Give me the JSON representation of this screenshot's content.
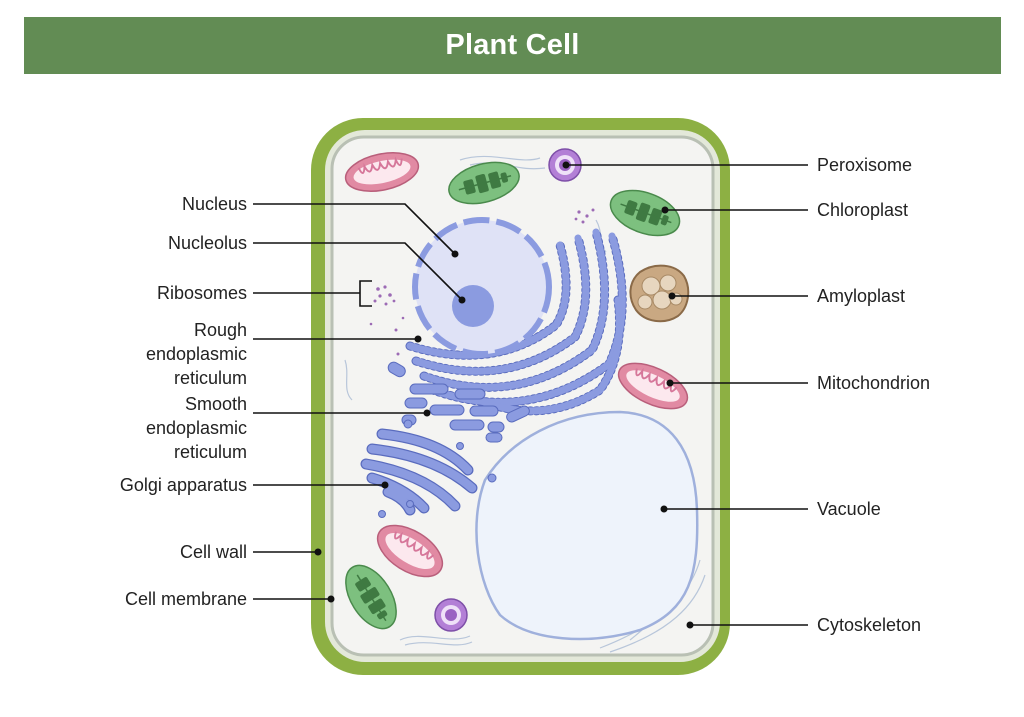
{
  "title": "Plant Cell",
  "colors": {
    "title_bar": "#628c54",
    "cell_wall": "#8db043",
    "cytoplasm": "#f4f4f2",
    "organelle_blue": "#8b9be0",
    "chloroplast": "#7dc07f",
    "mitochondrion": "#e18aa3",
    "amyloplast": "#c9a882",
    "peroxisome": "#b37fd6",
    "vacuole": "#eef3fb"
  },
  "labels_left": {
    "nucleus": "Nucleus",
    "nucleolus": "Nucleolus",
    "ribosomes": "Ribosomes",
    "rough_er": [
      "Rough",
      "endoplasmic",
      "reticulum"
    ],
    "smooth_er": [
      "Smooth",
      "endoplasmic",
      "reticulum"
    ],
    "golgi": "Golgi apparatus",
    "cell_wall": "Cell wall",
    "cell_membrane": "Cell membrane"
  },
  "labels_right": {
    "peroxisome": "Peroxisome",
    "chloroplast": "Chloroplast",
    "amyloplast": "Amyloplast",
    "mitochondrion": "Mitochondrion",
    "vacuole": "Vacuole",
    "cytoskeleton": "Cytoskeleton"
  }
}
